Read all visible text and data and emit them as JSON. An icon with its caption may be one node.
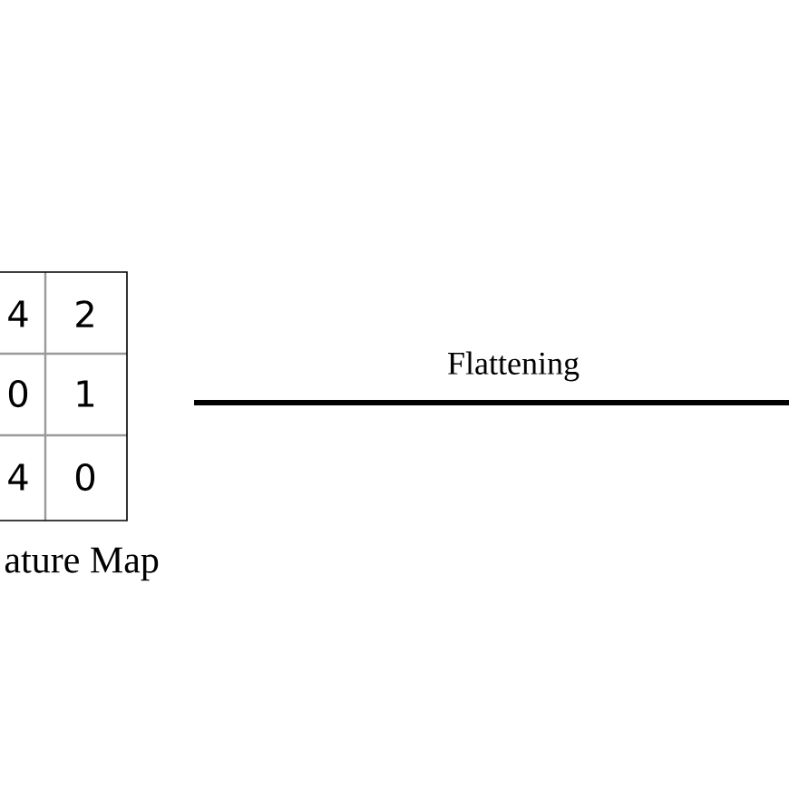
{
  "diagram": {
    "labels": [
      "4",
      "2",
      "0",
      "1",
      "4",
      "0",
      "ature Map",
      "Flattening"
    ]
  }
}
